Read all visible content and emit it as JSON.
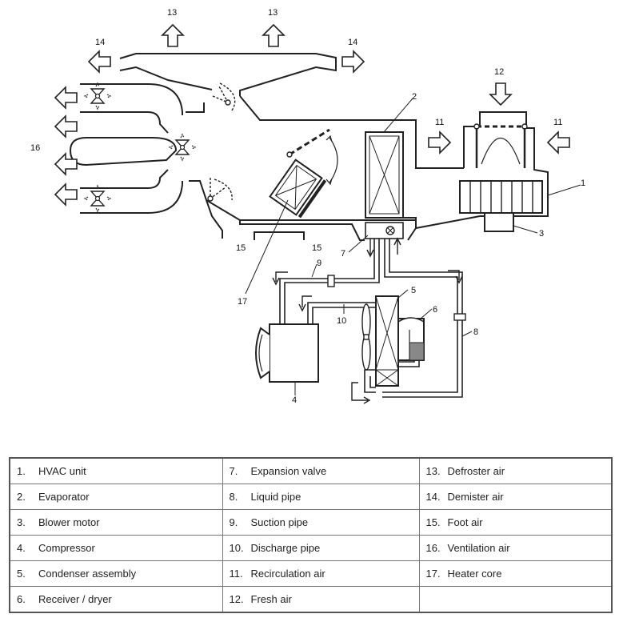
{
  "diagram": {
    "callouts": {
      "c1": "1",
      "c2": "2",
      "c3": "3",
      "c4": "4",
      "c5": "5",
      "c6": "6",
      "c7": "7",
      "c8": "8",
      "c9": "9",
      "c10": "10",
      "c11a": "11",
      "c11b": "11",
      "c12": "12",
      "c13a": "13",
      "c13b": "13",
      "c14a": "14",
      "c14b": "14",
      "c15a": "15",
      "c15b": "15",
      "c16": "16",
      "c17": "17"
    }
  },
  "legend": {
    "rows": [
      [
        {
          "num": "1.",
          "label": "HVAC unit"
        },
        {
          "num": "7.",
          "label": "Expansion valve"
        },
        {
          "num": "13.",
          "label": "Defroster air"
        }
      ],
      [
        {
          "num": "2.",
          "label": "Evaporator"
        },
        {
          "num": "8.",
          "label": "Liquid pipe"
        },
        {
          "num": "14.",
          "label": "Demister air"
        }
      ],
      [
        {
          "num": "3.",
          "label": "Blower motor"
        },
        {
          "num": "9.",
          "label": "Suction pipe"
        },
        {
          "num": "15.",
          "label": "Foot air"
        }
      ],
      [
        {
          "num": "4.",
          "label": "Compressor"
        },
        {
          "num": "10.",
          "label": "Discharge pipe"
        },
        {
          "num": "16.",
          "label": "Ventilation air"
        }
      ],
      [
        {
          "num": "5.",
          "label": "Condenser assembly"
        },
        {
          "num": "11.",
          "label": "Recirculation air"
        },
        {
          "num": "17.",
          "label": "Heater core"
        }
      ],
      [
        {
          "num": "6.",
          "label": "Receiver / dryer"
        },
        {
          "num": "12.",
          "label": "Fresh air"
        },
        {
          "num": "",
          "label": ""
        }
      ]
    ]
  }
}
